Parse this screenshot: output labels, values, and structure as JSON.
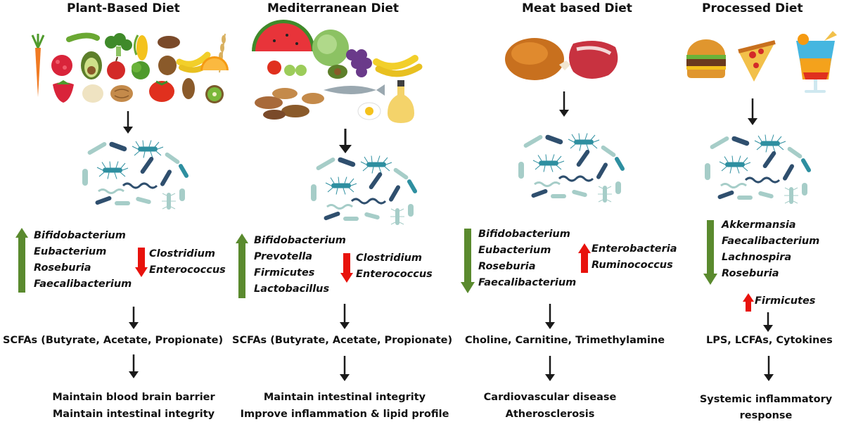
{
  "colors": {
    "increase_green": "#5a8a2e",
    "decrease_red": "#e8120c",
    "flow_arrow": "#1a1a1a",
    "microbe_teal": "#2e8fa0",
    "microbe_navy": "#2f4f6e",
    "microbe_light": "#a6cdc8"
  },
  "columns": [
    {
      "title": "Plant-Based Diet",
      "food_icons": [
        "carrot-icon",
        "raspberry-icon",
        "avocado-icon",
        "broccoli-icon",
        "corn-icon",
        "peas-icon",
        "banana-icon",
        "wheat-icon",
        "apple-icon",
        "lettuce-icon",
        "hazelnut-icon",
        "orange-slice-icon",
        "strawberry-icon",
        "garlic-icon",
        "walnut-icon",
        "tomato-icon",
        "almond-icon",
        "kiwi-icon"
      ],
      "increased": [
        "Bifidobacterium",
        "Eubacterium",
        "Roseburia",
        "Faecalibacterium"
      ],
      "decreased": [
        "Clostridium",
        "Enterococcus"
      ],
      "metabolites": "SCFAs (Butyrate, Acetate, Propionate)",
      "outcomes": [
        "Maintain blood brain barrier",
        "Maintain intestinal integrity"
      ]
    },
    {
      "title": "Mediterranean Diet",
      "food_icons": [
        "watermelon-icon",
        "cabbage-icon",
        "grapes-icon",
        "banana-icon",
        "tomato-icon",
        "cucumber-icon",
        "avocado-icon",
        "nuts-icon",
        "fish-icon",
        "egg-icon",
        "olive-oil-icon"
      ],
      "increased": [
        "Bifidobacterium",
        "Prevotella",
        "Firmicutes",
        "Lactobacillus"
      ],
      "decreased": [
        "Clostridium",
        "Enterococcus"
      ],
      "metabolites": "SCFAs (Butyrate, Acetate, Propionate)",
      "outcomes": [
        "Maintain intestinal integrity",
        "Improve inflammation & lipid profile"
      ]
    },
    {
      "title": "Meat based Diet",
      "food_icons": [
        "roast-chicken-icon",
        "steak-icon"
      ],
      "decreased": [
        "Bifidobacterium",
        "Eubacterium",
        "Roseburia",
        "Faecalibacterium"
      ],
      "increased": [
        "Enterobacteria",
        "Ruminococcus"
      ],
      "metabolites": "Choline, Carnitine, Trimethylamine",
      "outcomes": [
        "Cardiovascular disease",
        "Atherosclerosis"
      ]
    },
    {
      "title": "Processed Diet",
      "food_icons": [
        "burger-icon",
        "pizza-icon",
        "cocktail-icon"
      ],
      "decreased": [
        "Akkermansia",
        "Faecalibacterium",
        "Lachnospira",
        "Roseburia"
      ],
      "increased": [
        "Firmicutes"
      ],
      "metabolites": "LPS, LCFAs, Cytokines",
      "outcomes": [
        "Systemic inflammatory",
        "response"
      ]
    }
  ]
}
